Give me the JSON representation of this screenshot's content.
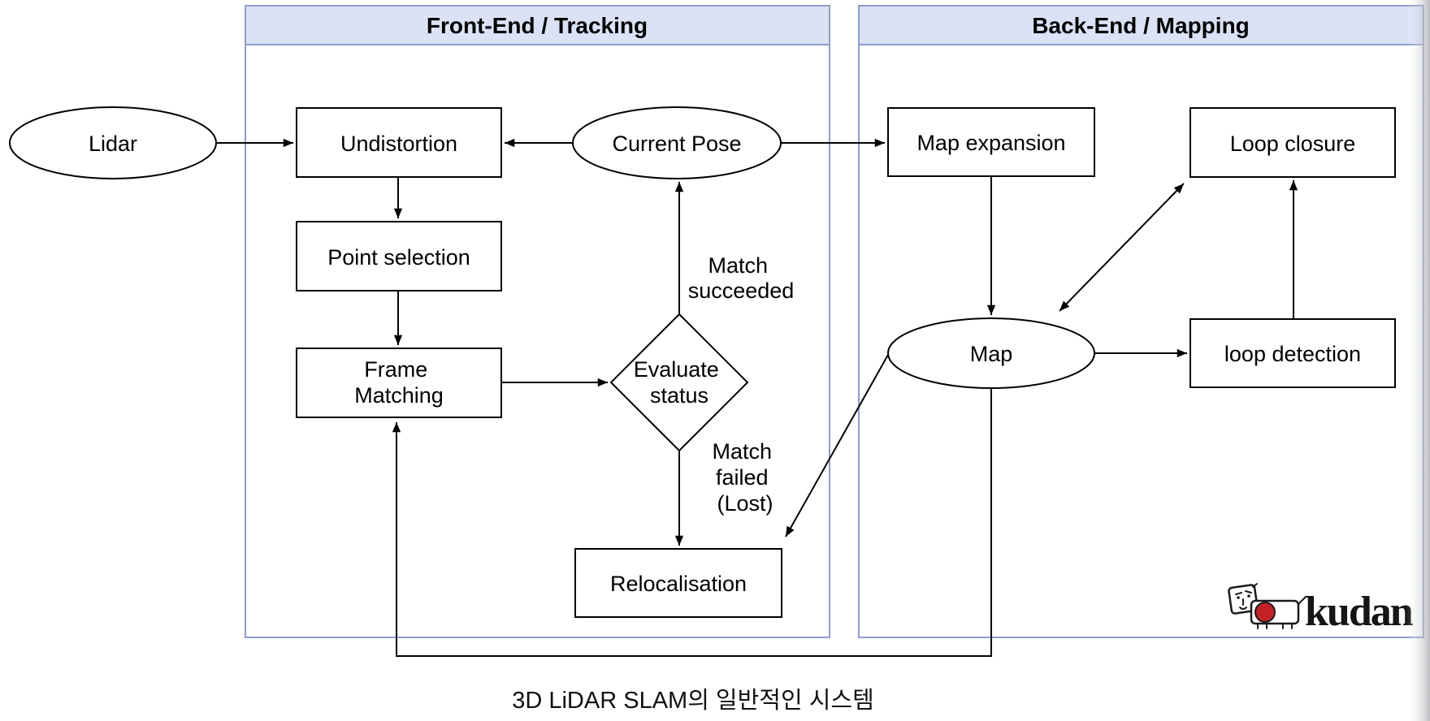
{
  "colors": {
    "container_border": "#8d9cce",
    "header_fill": "#dbe2f6",
    "shape_border": "#000000",
    "shape_fill": "#ffffff",
    "arrow": "#000000",
    "text": "#000000",
    "kudan_red": "#c42127",
    "page_edge_shadow": "#b9bbbe"
  },
  "containers": {
    "front_end": {
      "title": "Front-End / Tracking"
    },
    "back_end": {
      "title": "Back-End / Mapping"
    }
  },
  "nodes": {
    "lidar": {
      "label": "Lidar",
      "shape": "ellipse"
    },
    "undistortion": {
      "label": "Undistortion",
      "shape": "rect"
    },
    "point_selection": {
      "label": "Point selection",
      "shape": "rect"
    },
    "frame_matching": {
      "lines": [
        "Frame",
        "Matching"
      ],
      "shape": "rect"
    },
    "current_pose": {
      "label": "Current Pose",
      "shape": "ellipse"
    },
    "evaluate_status": {
      "lines": [
        "Evaluate",
        "status"
      ],
      "shape": "diamond"
    },
    "relocalisation": {
      "label": "Relocalisation",
      "shape": "rect"
    },
    "map_expansion": {
      "label": "Map expansion",
      "shape": "rect"
    },
    "loop_closure": {
      "label": "Loop closure",
      "shape": "rect"
    },
    "map": {
      "label": "Map",
      "shape": "ellipse"
    },
    "loop_detection": {
      "label": "loop detection",
      "shape": "rect"
    }
  },
  "edge_labels": {
    "match_succeeded": {
      "lines": [
        "Match",
        "succeeded"
      ]
    },
    "match_failed": {
      "lines": [
        "Match",
        "failed",
        "(Lost)"
      ]
    }
  },
  "caption": "3D LiDAR SLAM의 일반적인 시스템",
  "logo": {
    "text": "kudan"
  }
}
